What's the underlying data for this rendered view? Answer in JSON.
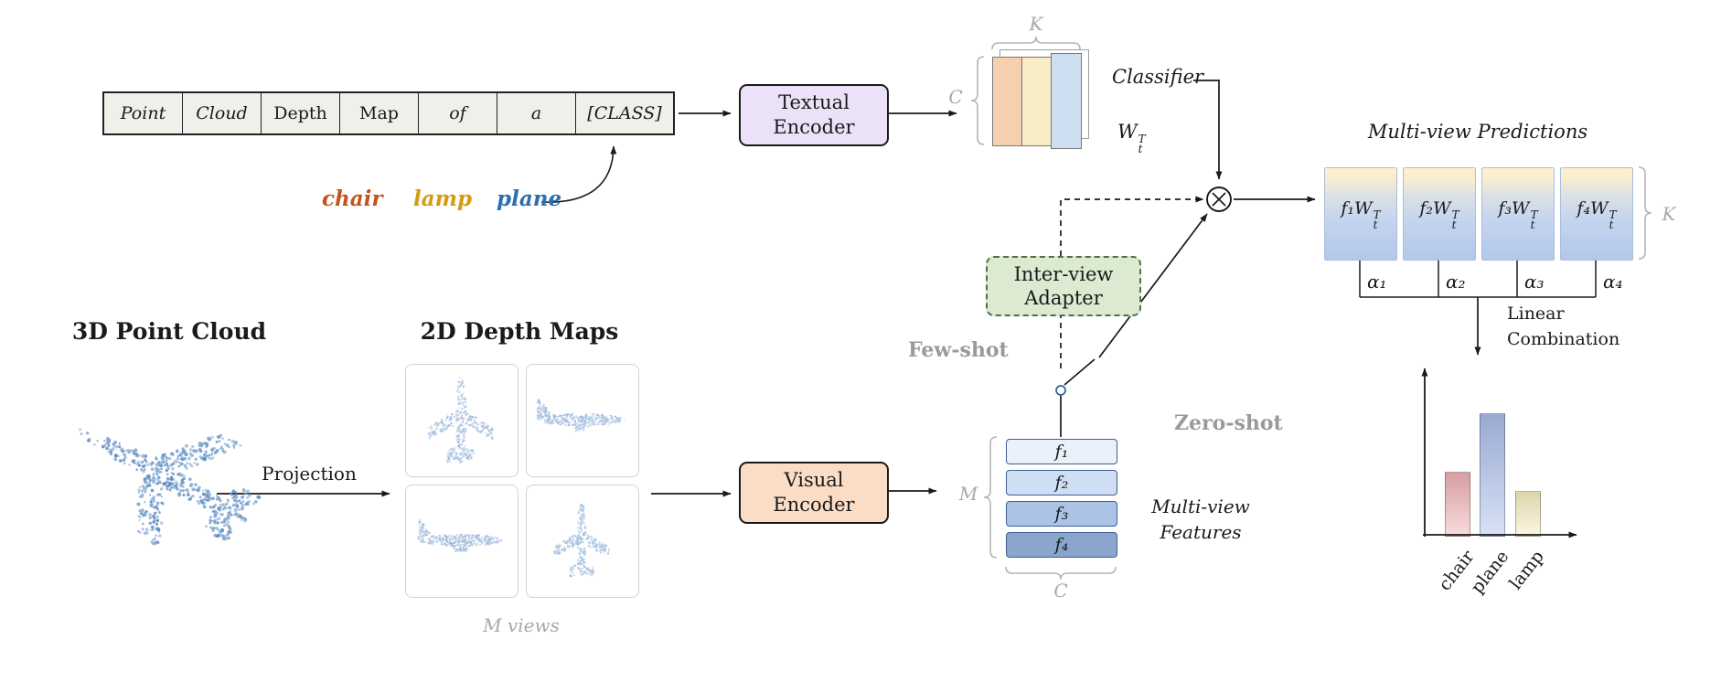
{
  "prompt": {
    "cells": [
      "Point",
      "Cloud",
      "Depth",
      "Map",
      "of",
      "a",
      "[CLASS]"
    ],
    "classes": [
      {
        "label": "chair",
        "color": "#c2551e"
      },
      {
        "label": "lamp",
        "color": "#d49b10"
      },
      {
        "label": "plane",
        "color": "#2d6fb0"
      }
    ]
  },
  "encoders": {
    "textual": {
      "line1": "Textual",
      "line2": "Encoder"
    },
    "visual": {
      "line1": "Visual",
      "line2": "Encoder"
    }
  },
  "adapter": {
    "line1": "Inter-view",
    "line2": "Adapter"
  },
  "classifier": {
    "title": "Classifier",
    "weight": {
      "base": "W",
      "sub": "t",
      "sup": "T"
    },
    "dim_top": "K",
    "dim_left": "C"
  },
  "predictions": {
    "title": "Multi-view Predictions",
    "boxes": [
      {
        "base": "f₁W",
        "sub": "t",
        "sup": "T"
      },
      {
        "base": "f₂W",
        "sub": "t",
        "sup": "T"
      },
      {
        "base": "f₃W",
        "sub": "t",
        "sup": "T"
      },
      {
        "base": "f₄W",
        "sub": "t",
        "sup": "T"
      }
    ],
    "dim_right": "K",
    "alphas": [
      "α₁",
      "α₂",
      "α₃",
      "α₄"
    ]
  },
  "combination": {
    "line1": "Linear",
    "line2": "Combination"
  },
  "modes": {
    "few_shot": "Few-shot",
    "zero_shot": "Zero-shot"
  },
  "pointcloud": {
    "title": "3D Point Cloud",
    "projection": "Projection"
  },
  "depthmaps": {
    "title": "2D Depth Maps",
    "caption": "M views"
  },
  "features": {
    "labels": [
      "f₁",
      "f₂",
      "f₃",
      "f₄"
    ],
    "colors": [
      "#eaf1fb",
      "#cfdef3",
      "#abc4e5",
      "#8ba6cc"
    ],
    "dim_left": "M",
    "dim_bottom": "C",
    "caption_line1": "Multi-view",
    "caption_line2": "Features"
  },
  "chart_data": {
    "type": "bar",
    "categories": [
      "chair",
      "plane",
      "lamp"
    ],
    "values": [
      0.52,
      1.0,
      0.36
    ],
    "colors": [
      "#efb0b4",
      "#aabdea",
      "#f7ecc0"
    ],
    "title": "",
    "xlabel": "",
    "ylabel": "",
    "legend": false
  }
}
